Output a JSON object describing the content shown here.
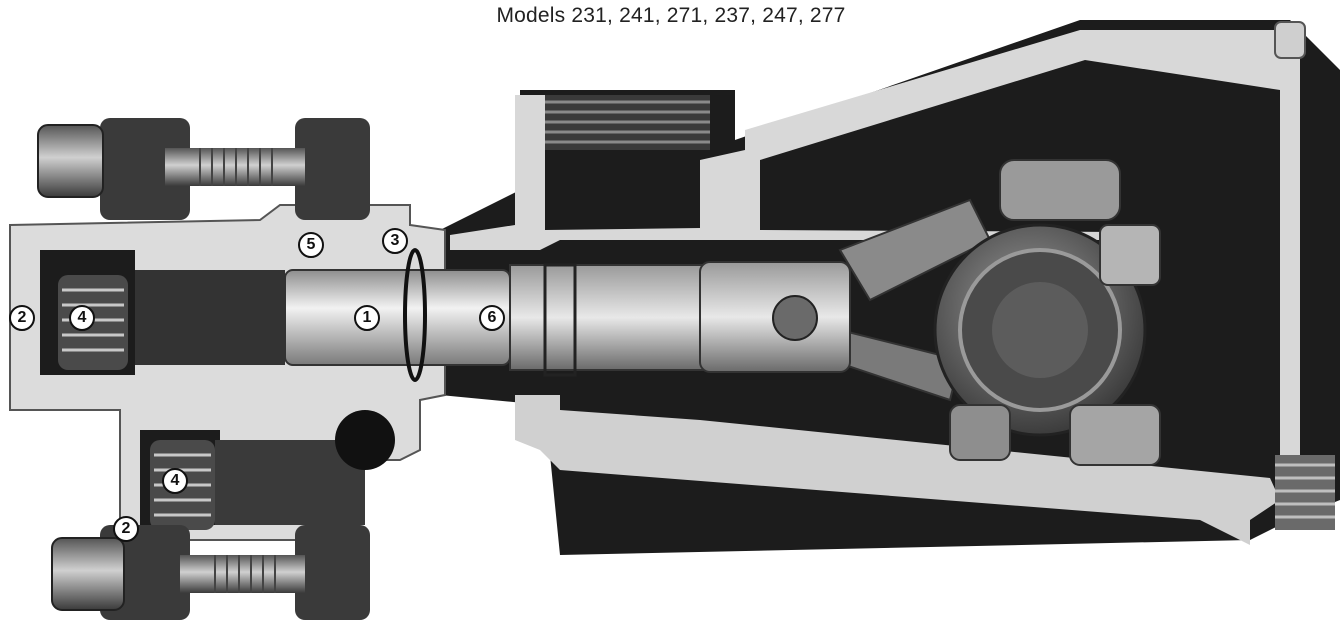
{
  "caption": "Models 231, 241, 271, 237, 247, 277",
  "callouts": {
    "c1": "1",
    "c2a": "2",
    "c2b": "2",
    "c3": "3",
    "c4a": "4",
    "c4b": "4",
    "c5": "5",
    "c6": "6"
  },
  "colors": {
    "background": "#ffffff",
    "metal_dark": "#1a1a1a",
    "metal_mid": "#6e6e6e",
    "metal_light": "#c9c9c9",
    "cut_surface": "#e6e6e6"
  }
}
